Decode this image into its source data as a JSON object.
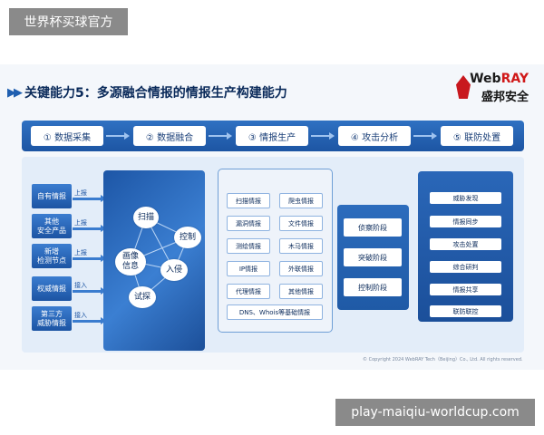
{
  "header": {
    "site_title": "世界杯买球官方"
  },
  "slide": {
    "title": "关键能力5：多源融合情报的情报生产构建能力",
    "logo": {
      "web_prefix": "Web",
      "web_suffix": "RAY",
      "cn": "盛邦安全"
    },
    "stages": [
      "① 数据采集",
      "② 数据融合",
      "③ 情报生产",
      "④ 攻击分析",
      "⑤ 联防处置"
    ],
    "sources": [
      {
        "label": "自有情报",
        "tag": "上报"
      },
      {
        "label": "其他\n安全产品",
        "tag": "上报"
      },
      {
        "label": "新增\n检测节点",
        "tag": "上报"
      },
      {
        "label": "权威情报",
        "tag": "接入"
      },
      {
        "label": "第三方\n威胁情报",
        "tag": "接入"
      }
    ],
    "fusion": [
      "扫描",
      "控制",
      "画像\n信息",
      "入侵",
      "试探"
    ],
    "intel": [
      "扫描情报",
      "爬虫情报",
      "漏洞情报",
      "文件情报",
      "测绘情报",
      "木马情报",
      "IP情报",
      "外联情报",
      "代理情报",
      "其他情报"
    ],
    "intel_wide": "DNS、Whois等基础情报",
    "phases": [
      "侦察阶段",
      "突破阶段",
      "控制阶段"
    ],
    "actions": [
      "威胁发现",
      "情报同步",
      "攻击处置",
      "综合研判",
      "情报共享",
      "联防联控"
    ],
    "copyright": "© Copyright 2024 WebRAY Tech（Beijing）Co., Ltd. All rights reserved."
  },
  "footer": {
    "url": "play-maiqiu-worldcup.com"
  }
}
